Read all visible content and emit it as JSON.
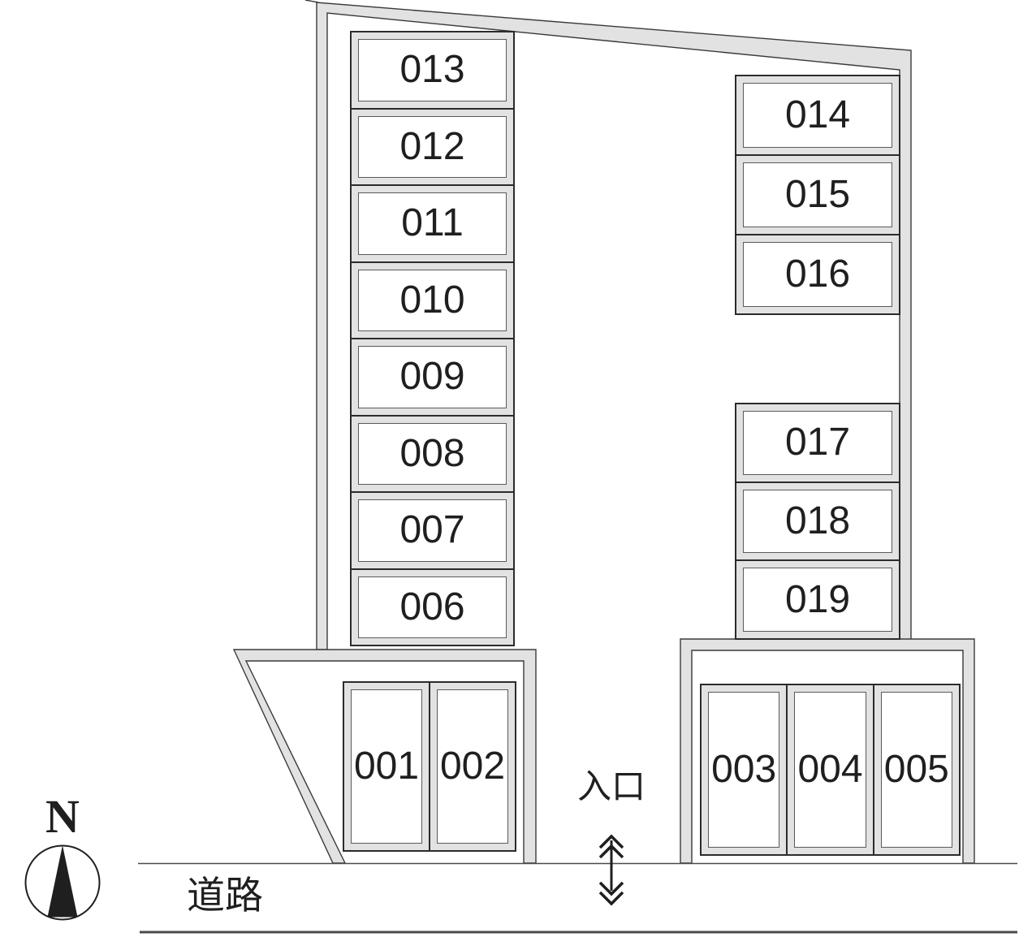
{
  "labels": {
    "road": "道路",
    "entrance": "入口",
    "compass_north": "N"
  },
  "slot_groups": {
    "left_column": [
      "013",
      "012",
      "011",
      "010",
      "009",
      "008",
      "007",
      "006"
    ],
    "right_upper": [
      "014",
      "015",
      "016"
    ],
    "right_lower": [
      "017",
      "018",
      "019"
    ],
    "bottom_left": [
      "001",
      "002"
    ],
    "bottom_right": [
      "003",
      "004",
      "005"
    ]
  },
  "icons": {
    "compass": "compass-north-needle",
    "entrance_arrow": "double-headed-vertical-arrow"
  },
  "colors": {
    "background": "#ffffff",
    "wall_fill": "#e2e2e2",
    "wall_outline": "#3a3a3a",
    "slot_border": "#2b2b2b",
    "slot_inner_border": "#5a5a5a",
    "text": "#1f1f1f",
    "road_line": "#4a4a4a"
  }
}
